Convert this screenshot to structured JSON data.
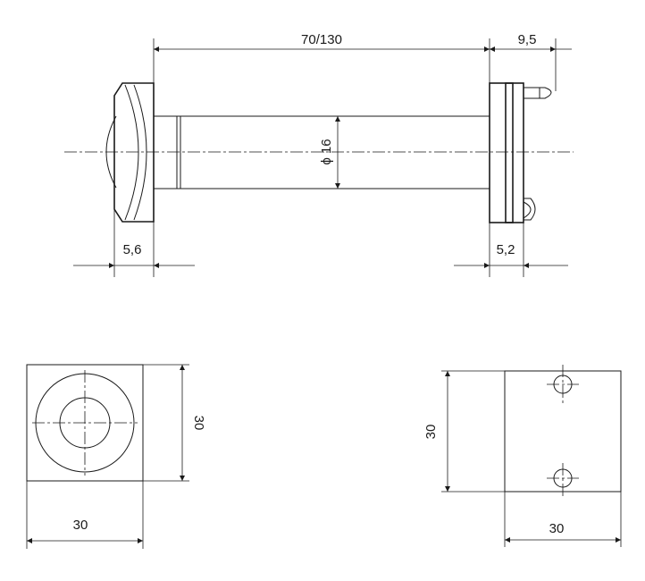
{
  "dimensions": {
    "length": "70/130",
    "offset_right": "9,5",
    "diameter": "16",
    "diameter_symbol": "ϕ",
    "flange_left": "5,6",
    "flange_right": "5,2",
    "front_height": "30",
    "front_width": "30",
    "back_height": "30",
    "back_width": "30"
  },
  "colors": {
    "line": "#1a1a1a",
    "background": "#ffffff"
  }
}
